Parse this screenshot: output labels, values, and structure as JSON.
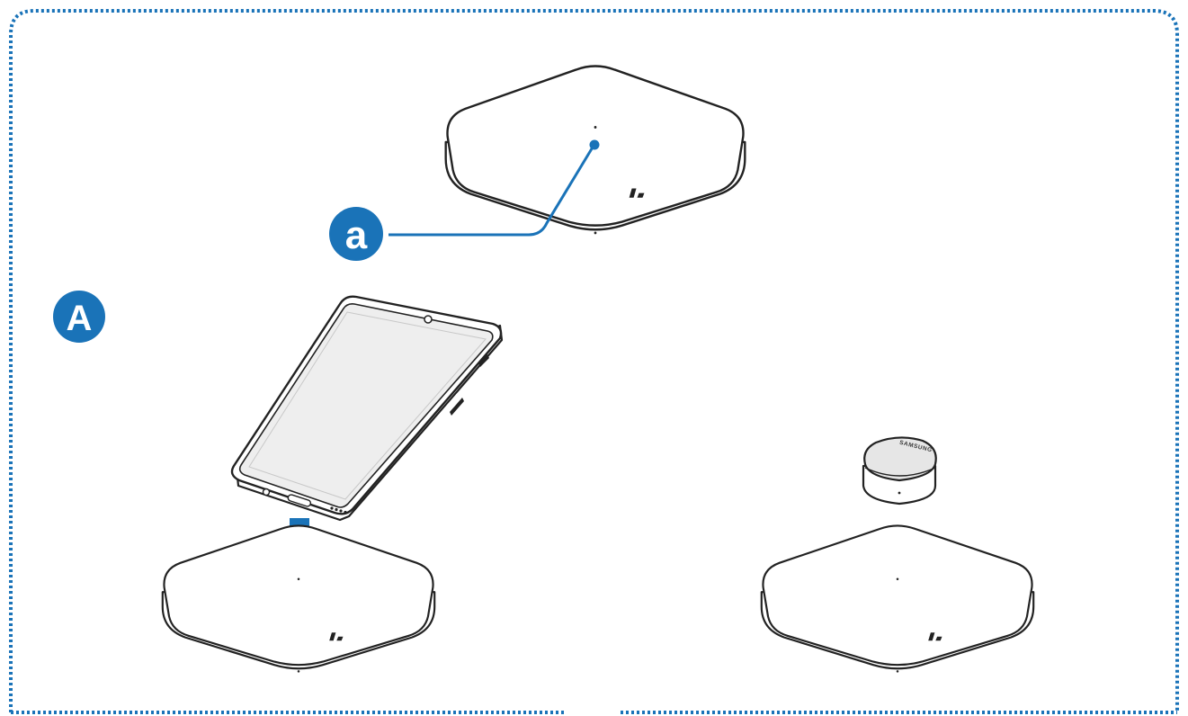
{
  "figure": {
    "accent_color": "#1a73b8",
    "line_color": "#222222",
    "callout_step": "A",
    "callout_part": "a",
    "case_brand": "SAMSUNG"
  }
}
